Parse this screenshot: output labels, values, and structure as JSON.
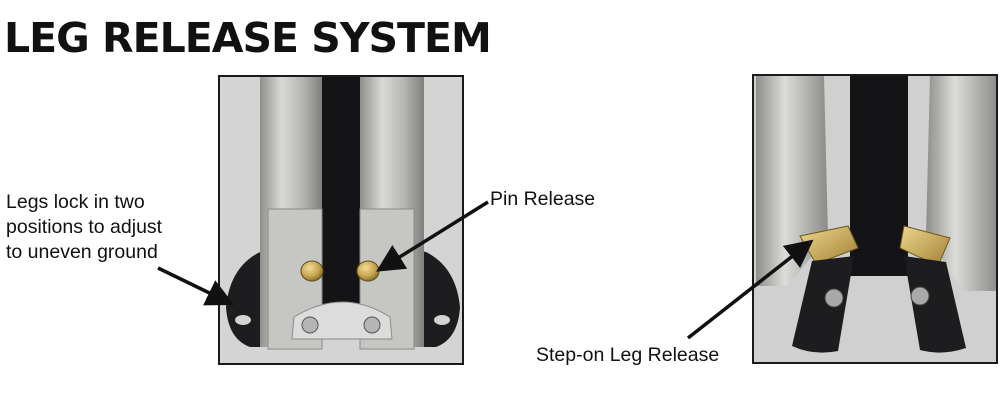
{
  "title": "LEG RELEASE SYSTEM",
  "callouts": {
    "legs_lock": [
      "Legs lock in two",
      "positions to adjust",
      "to uneven ground"
    ],
    "pin_release": "Pin Release",
    "step_on": "Step-on Leg Release"
  },
  "colors": {
    "text": "#111111",
    "frame": "#1a1a1a",
    "background": "#d6d6d6",
    "aluminum": "#b8b8b4",
    "bracket_black": "#1d1d1f",
    "brass": "#c7a650"
  },
  "photos": [
    {
      "name": "pin-release-photo"
    },
    {
      "name": "step-on-release-photo"
    }
  ]
}
